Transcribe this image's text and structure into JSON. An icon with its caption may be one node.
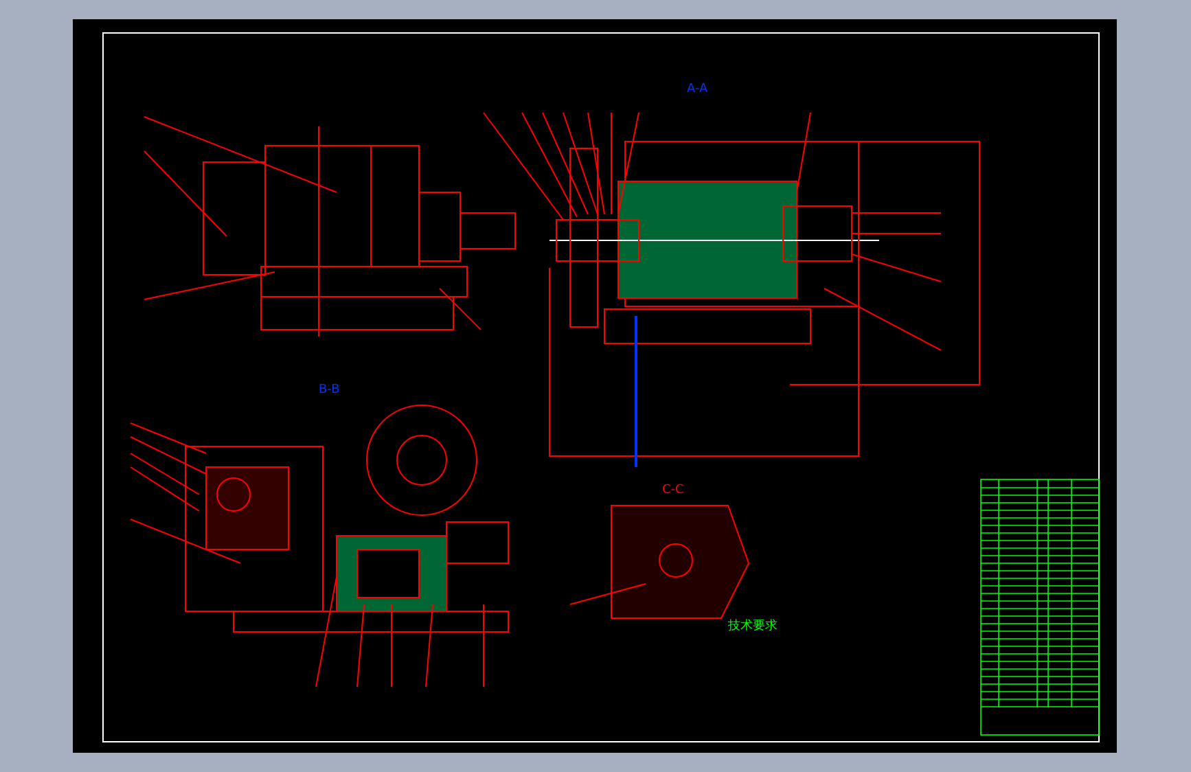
{
  "diagram": {
    "labels": [
      "A-A",
      "B-B",
      "C-C",
      "技术要求"
    ]
  }
}
